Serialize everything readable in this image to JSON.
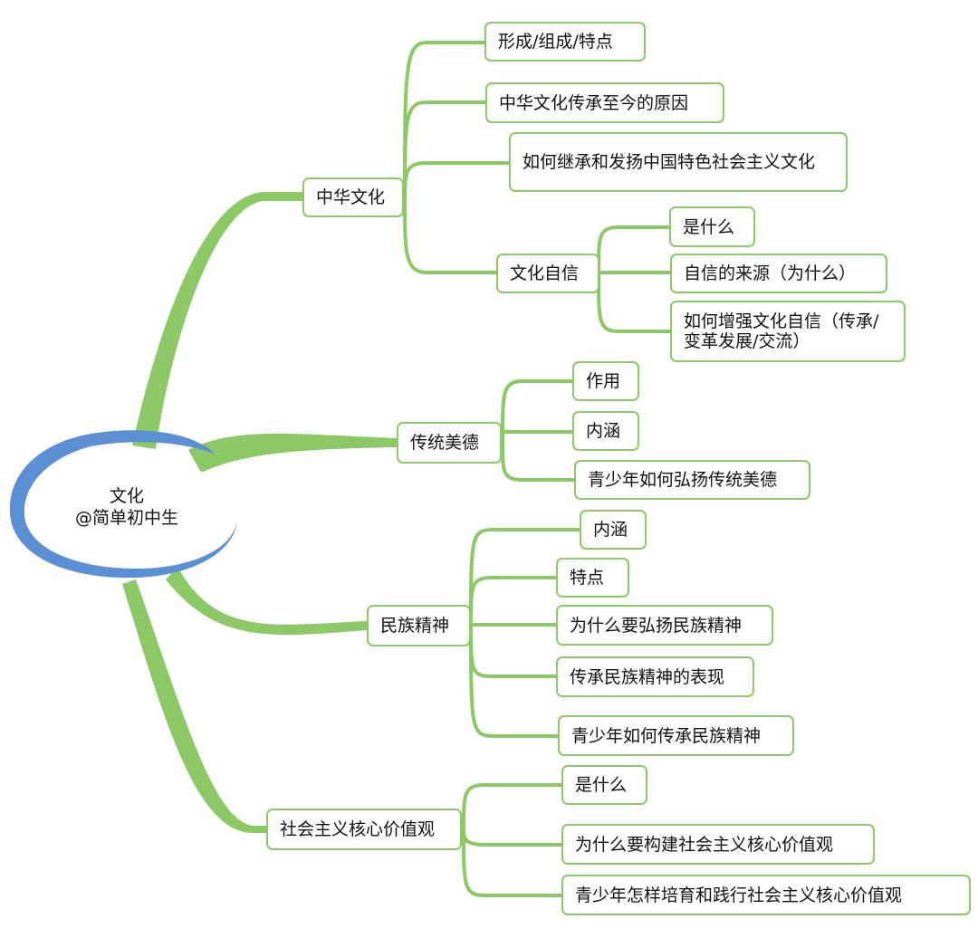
{
  "root": {
    "title": "文化",
    "subtitle": "@简单初中生"
  },
  "colors": {
    "branch": "#8cc866",
    "node_border": "#8cc866",
    "root_ring": "#5b8fd4"
  },
  "branches": [
    {
      "label": "中华文化",
      "children": [
        {
          "label": "形成/组成/特点"
        },
        {
          "label": "中华文化传承至今的原因"
        },
        {
          "label": "如何继承和发扬中国特色社会主义文化"
        },
        {
          "label": "文化自信",
          "children": [
            {
              "label": "是什么"
            },
            {
              "label": "自信的来源（为什么）"
            },
            {
              "label": "如何增强文化自信（传承/变革发展/交流）"
            }
          ]
        }
      ]
    },
    {
      "label": "传统美德",
      "children": [
        {
          "label": "作用"
        },
        {
          "label": "内涵"
        },
        {
          "label": "青少年如何弘扬传统美德"
        }
      ]
    },
    {
      "label": "民族精神",
      "children": [
        {
          "label": "内涵"
        },
        {
          "label": "特点"
        },
        {
          "label": "为什么要弘扬民族精神"
        },
        {
          "label": "传承民族精神的表现"
        },
        {
          "label": "青少年如何传承民族精神"
        }
      ]
    },
    {
      "label": "社会主义核心价值观",
      "children": [
        {
          "label": "是什么"
        },
        {
          "label": "为什么要构建社会主义核心价值观"
        },
        {
          "label": "青少年怎样培育和践行社会主义核心价值观"
        }
      ]
    }
  ]
}
